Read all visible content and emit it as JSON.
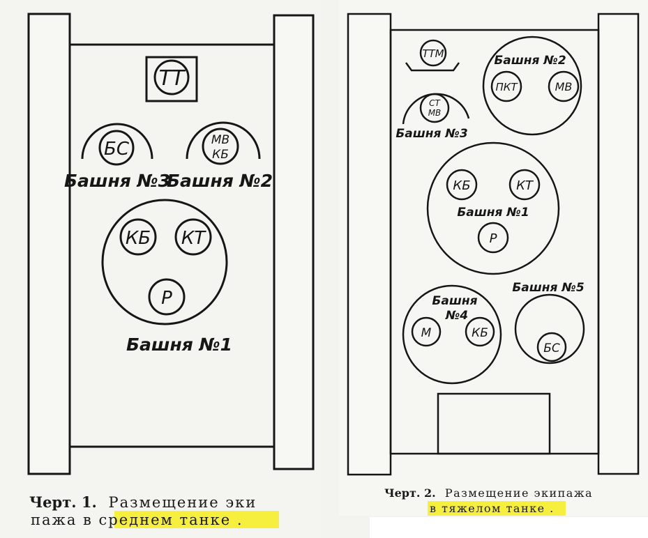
{
  "medium_tank": {
    "driver_box": "ТТ",
    "turret_3": {
      "title": "Башня №3",
      "crew": [
        "БС"
      ]
    },
    "turret_2": {
      "title": "Башня №2",
      "crew_top": "МВ",
      "crew_bottom": "КБ"
    },
    "turret_1": {
      "title": "Башня №1",
      "crew": [
        "КБ",
        "КТ",
        "Р"
      ]
    },
    "caption_prefix": "Черт. 1.",
    "caption_line1": "Размещение эки",
    "caption_line2_plain": "пажа в ",
    "caption_line2_highlight": "среднем танке",
    "caption_end": "."
  },
  "heavy_tank": {
    "driver_seat": "ТТМ",
    "turret_3": {
      "title": "Башня №3",
      "crew_top": "СТ",
      "crew_bottom": "МВ"
    },
    "turret_2": {
      "title": "Башня №2",
      "crew": [
        "ПКТ",
        "МВ"
      ]
    },
    "turret_1": {
      "title": "Башня №1",
      "crew": [
        "КБ",
        "КТ",
        "Р"
      ]
    },
    "turret_4": {
      "title_line1": "Башня",
      "title_line2": "№4",
      "crew": [
        "М",
        "КБ"
      ]
    },
    "turret_5": {
      "title": "Башня №5",
      "crew": [
        "БС"
      ]
    },
    "caption_prefix": "Черт. 2.",
    "caption_line1": "Размещение экипажа",
    "caption_line2_highlight": "в тяжелом танке",
    "caption_end": "."
  },
  "colors": {
    "ink": "#161616",
    "highlight": "#f7ef3d",
    "paper": "#f3f3ef"
  }
}
